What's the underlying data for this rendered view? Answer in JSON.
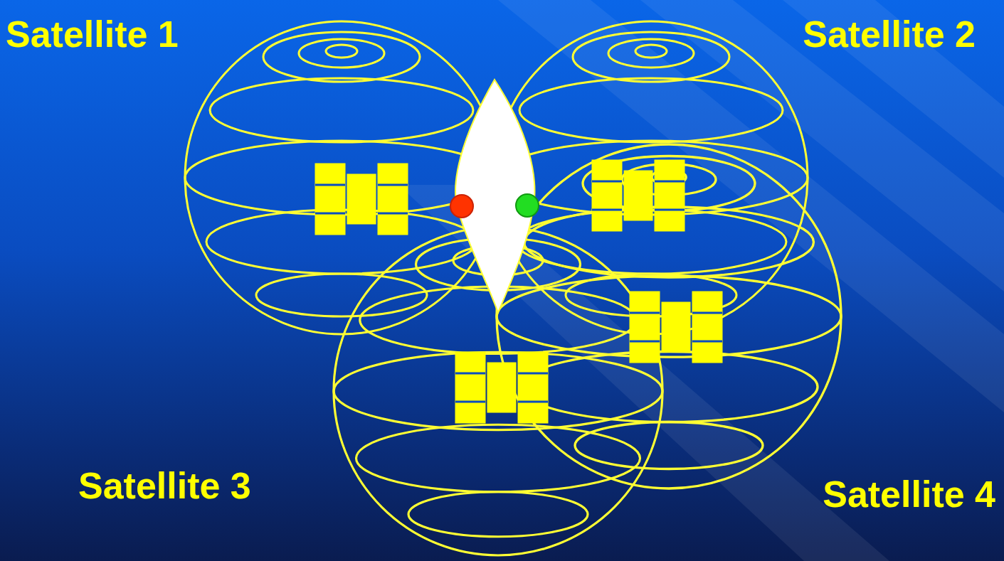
{
  "diagram": {
    "labels": [
      "Satellite 1",
      "Satellite 2",
      "Satellite 3",
      "Satellite 4"
    ]
  }
}
